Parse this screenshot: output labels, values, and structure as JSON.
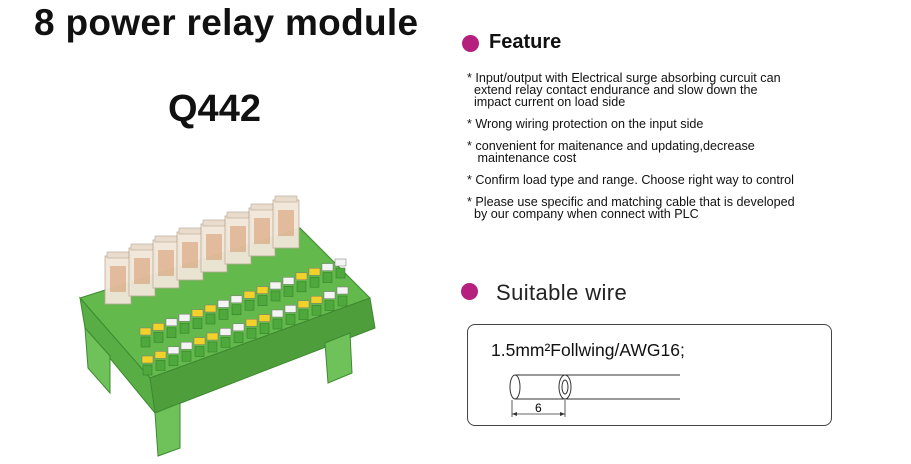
{
  "title": "8 power relay module",
  "model": "Q442",
  "feature": {
    "heading": "Feature",
    "items": [
      "* Input/output with Electrical surge absorbing curcuit can\n  extend relay contact endurance and slow down the\n  impact current on load side",
      "* Wrong wiring protection on the input side",
      "* convenient for maitenance and updating,decrease\n   maintenance cost",
      "* Confirm load type and range. Choose right way to control",
      "* Please use specific and matching cable that is developed\n  by our company when connect with PLC"
    ]
  },
  "wire": {
    "heading": "Suitable wire",
    "spec": "1.5mm²Follwing/AWG16;",
    "dimension": "6"
  },
  "colors": {
    "accent_dot": "#b5207f",
    "board_green": "#5fb84a",
    "terminal_yellow": "#f2d22a"
  }
}
